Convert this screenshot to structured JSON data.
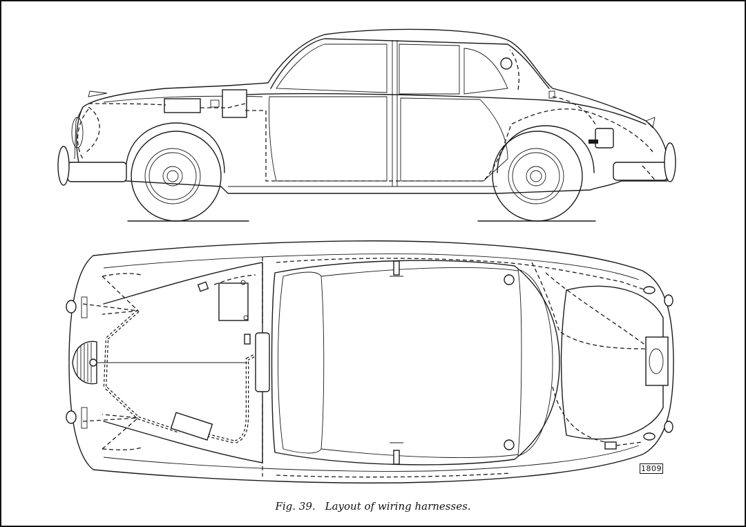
{
  "caption": {
    "figure_label": "Fig. 39.",
    "title": "Layout of wiring harnesses."
  },
  "drawing_number": "1809",
  "colors": {
    "line": "#1a1a1a",
    "background": "#ffffff"
  }
}
